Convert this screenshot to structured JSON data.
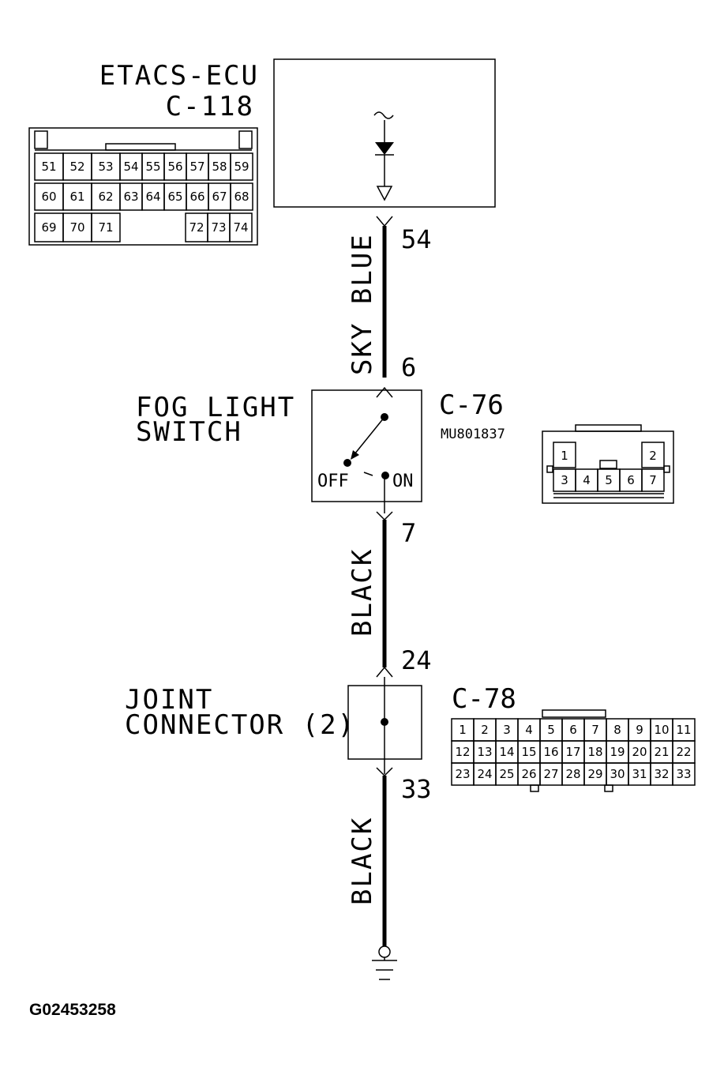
{
  "ecu": {
    "name": "ETACS-ECU",
    "connector": "C-118",
    "pin_out": "54"
  },
  "c118_face": {
    "row1": [
      "51",
      "52",
      "53",
      "54",
      "55",
      "56",
      "57",
      "58",
      "59"
    ],
    "row2": [
      "60",
      "61",
      "62",
      "63",
      "64",
      "65",
      "66",
      "67",
      "68"
    ],
    "row3a": [
      "69",
      "70",
      "71"
    ],
    "row3b": [
      "72",
      "73",
      "74"
    ]
  },
  "wire1": {
    "color": "SKY BLUE"
  },
  "switch": {
    "name_line1": "FOG LIGHT",
    "name_line2": "SWITCH",
    "connector": "C-76",
    "part_number": "MU801837",
    "pin_in": "6",
    "pin_out": "7",
    "off_label": "OFF",
    "on_label": "ON"
  },
  "c76_face": {
    "top": [
      "1",
      "2"
    ],
    "bottom": [
      "3",
      "4",
      "5",
      "6",
      "7"
    ]
  },
  "wire2": {
    "color": "BLACK"
  },
  "joint": {
    "name_line1": "JOINT",
    "name_line2": "CONNECTOR (2)",
    "connector": "C-78",
    "pin_in": "24",
    "pin_out": "33"
  },
  "c78_face": {
    "row1": [
      "1",
      "2",
      "3",
      "4",
      "5",
      "6",
      "7",
      "8",
      "9",
      "10",
      "11"
    ],
    "row2": [
      "12",
      "13",
      "14",
      "15",
      "16",
      "17",
      "18",
      "19",
      "20",
      "21",
      "22"
    ],
    "row3": [
      "23",
      "24",
      "25",
      "26",
      "27",
      "28",
      "29",
      "30",
      "31",
      "32",
      "33"
    ]
  },
  "wire3": {
    "color": "BLACK"
  },
  "figure_id": "G02453258"
}
